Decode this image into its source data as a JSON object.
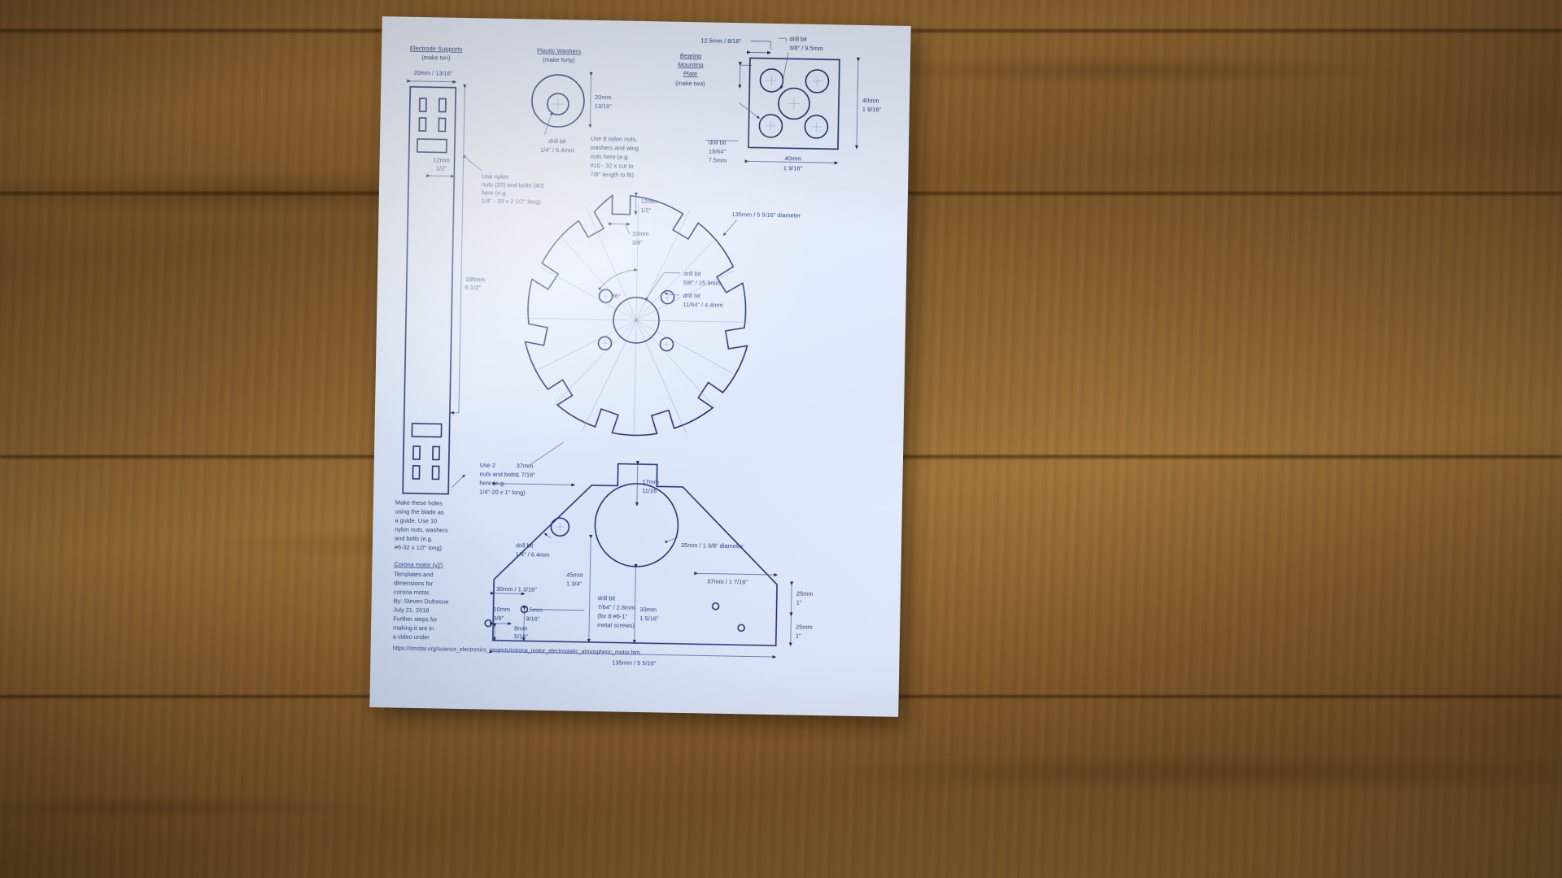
{
  "scene": {
    "surface": "wood-workbench",
    "sheet": "printed-paper-template"
  },
  "document": {
    "title": "Corona motor (v2)",
    "description_lines": [
      "Templates and",
      "dimensions for",
      "corona motor.",
      "By: Steven Dufresne",
      "July 21, 2018",
      "Further steps for",
      "making it are in",
      "a video under"
    ],
    "url": "https://rimstar.org/science_electronics_projects/corona_motor_electrostatic_atmospheric_motor.htm"
  },
  "parts": {
    "electrode_supports": {
      "title": "Electrode Supports",
      "subtitle": "(make ten)",
      "width_dim": "20mm / 13/16\"",
      "slot_dim_1": "12mm",
      "slot_dim_2": "1/2\"",
      "length_dim_1": "165mm",
      "length_dim_2": "6 1/2\"",
      "note_nylon": [
        "Use nylon",
        "nuts (20) and bolts (40)",
        "here (e.g.",
        "1/4\" - 20 x 2 1/2\" long)"
      ],
      "note_blade": [
        "Make these holes",
        "using the blade as",
        "a guide. Use 10",
        "nylon nuts, washers",
        "and bolts (e.g.",
        "#6-32 x 1/2\"  long)"
      ]
    },
    "plastic_washers": {
      "title": "Plastic Washers",
      "subtitle": "(make forty)",
      "outer_dim_1": "20mm",
      "outer_dim_2": "13/16\"",
      "drill_label": "drill bit",
      "drill_size": "1/4\" / 6.4mm"
    },
    "bearing_mounting_plate": {
      "title_lines": [
        "Bearing",
        "Mounting",
        "Plate"
      ],
      "subtitle": "(make two)",
      "edge_dim": "12.5mm / 8/16\"",
      "drill_corner_label": "drill bit",
      "drill_corner_size_1": "19/64\"",
      "drill_corner_size_2": "7.5mm",
      "drill_center_label": "drill bit",
      "drill_center_size": "3/8\" / 9.5mm",
      "height_dim_1": "40mm",
      "height_dim_2": "1 9/16\"",
      "width_dim_1": "40mm",
      "width_dim_2": "1 9/16\"",
      "note_wing_nuts": [
        "Use 8 nylon nuts,",
        "washers and wing",
        "nuts here (e.g.",
        "#10 - 32 x cut to",
        "7/8\" length to fit)"
      ]
    },
    "rotor": {
      "notch_depth_1": "12mm",
      "notch_depth_2": "1/2\"",
      "notch_width_1": "10mm",
      "notch_width_2": "3/8\"",
      "diameter": "135mm / 5 5/16\"  diameter",
      "angle": "36°",
      "hub_drill_label": "drill bit",
      "hub_drill_size": "5/8\" / 15.9mm",
      "small_drill_label": "drill bit",
      "small_drill_size": "11/64\" / 4.4mm",
      "note_two_bolts": [
        "Use 2",
        "nuts and bolts",
        "here (e.g.",
        "1/4\"-20 x 1\" long)"
      ],
      "offset_dim": "37mm",
      "offset_dim_2": "1 7/16\""
    },
    "base_plate": {
      "bearing_drill_label": "drill bit",
      "bearing_drill_size": "1/4\" / 6.4mm",
      "height_dim_1": "45mm",
      "height_dim_2": "1 3/4\"",
      "dim_30mm": "30mm / 1 3/16\"",
      "dim_10mm_a": "10mm",
      "dim_10mm_b": "3/8\"",
      "dim_15mm_a": "15mm",
      "dim_15mm_b": "9/16\"",
      "dim_8mm_a": "8mm",
      "dim_8mm_b": "5/16\"",
      "screw_drill_note": [
        "drill bit",
        "7/64\" / 2.8mm",
        "(for 8 #6-1\"",
        "metal screws)"
      ],
      "dim_33mm_a": "33mm",
      "dim_33mm_b": "1 5/16\"",
      "hole_17mm_a": "17mm",
      "hole_17mm_b": "11/16\"",
      "hole_dia": "35mm / 1 3/8\" diameter",
      "dim_right_37": "37mm / 1 7/16\"",
      "dim_25_top_a": "25mm",
      "dim_25_top_b": "1\"",
      "dim_25_bot_a": "25mm",
      "dim_25_bot_b": "1\"",
      "width_bottom": "135mm / 5 5/16\"",
      "dim_37_left_a": "37mm",
      "dim_37_left_b": "1 7/16\""
    }
  },
  "colors": {
    "ink": "#1e2a6b",
    "dim_ink": "#4a5a9c",
    "paper": "#e4ecfa",
    "wood": "#8a6130"
  }
}
